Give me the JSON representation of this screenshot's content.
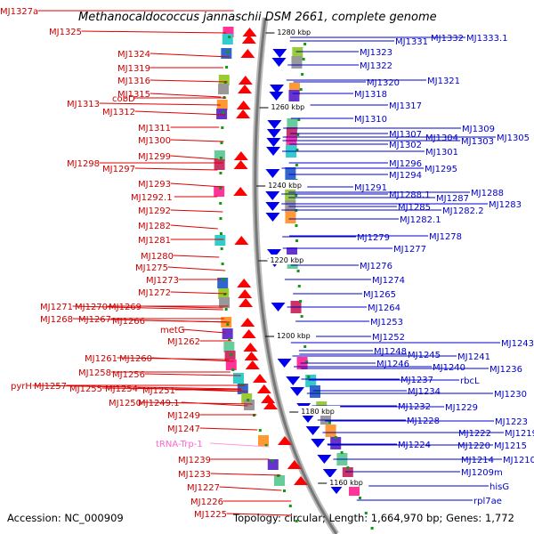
{
  "title": "Methanocaldococcus jannaschii DSM 2661, complete genome",
  "accession": "Accession: NC_000909",
  "summary": "Topology: circular; Length: 1,664,970 bp; Genes: 1,772",
  "kbp_marks": [
    "1280 kbp",
    "1260 kbp",
    "1240 kbp",
    "1220 kbp",
    "1200 kbp",
    "1180 kbp",
    "1160 kbp"
  ],
  "left_labels": [
    "MJ1327a",
    "MJ1325",
    "MJ1324",
    "MJ1319",
    "MJ1316",
    "MJ1315",
    "cobD",
    "MJ1313",
    "MJ1312",
    "MJ1311",
    "MJ1300",
    "MJ1299",
    "MJ1298",
    "MJ1297",
    "MJ1293",
    "MJ1292.1",
    "MJ1292",
    "MJ1282",
    "MJ1281",
    "MJ1280",
    "MJ1275",
    "MJ1273",
    "MJ1272",
    "MJ1271",
    "MJ1270",
    "MJ1269",
    "MJ1268",
    "MJ1267",
    "MJ1266",
    "metG",
    "MJ1262",
    "MJ1261",
    "MJ1260",
    "MJ1258",
    "MJ1256",
    "pyrH",
    "MJ1257",
    "MJ1255",
    "MJ1254",
    "MJ1251",
    "MJ1250",
    "MJ1249.1",
    "MJ1249",
    "MJ1247",
    "tRNA-Trp-1",
    "MJ1239",
    "MJ1233",
    "MJ1227",
    "MJ1226",
    "MJ1225"
  ],
  "right_labels": [
    "MJ1332",
    "MJ1333.1",
    "MJ1331",
    "MJ1323",
    "MJ1322",
    "MJ1320",
    "MJ1321",
    "MJ1318",
    "MJ1317",
    "MJ1310",
    "MJ1309",
    "MJ1307",
    "MJ1305",
    "MJ1304",
    "MJ1303",
    "MJ1302",
    "MJ1301",
    "MJ1296",
    "MJ1295",
    "MJ1294",
    "MJ1291",
    "MJ1288",
    "MJ1288.1",
    "MJ1287",
    "MJ1283",
    "MJ1285",
    "MJ1282.2",
    "MJ1282.1",
    "MJ1279",
    "MJ1278",
    "MJ1277",
    "MJ1276",
    "MJ1274",
    "MJ1265",
    "MJ1264",
    "MJ1253",
    "MJ1252",
    "MJ1248",
    "MJ1243",
    "MJ1245",
    "MJ1241",
    "MJ1246",
    "MJ1240",
    "MJ1236",
    "MJ1237",
    "rbcL",
    "MJ1230",
    "MJ1234",
    "MJ1232",
    "MJ1229",
    "MJ1228",
    "MJ1223",
    "MJ1222",
    "MJ1219",
    "MJ1220",
    "MJ1215",
    "MJ1224",
    "MJ1214",
    "MJ1210",
    "MJ1209m",
    "hisG",
    "rpl7ae"
  ]
}
